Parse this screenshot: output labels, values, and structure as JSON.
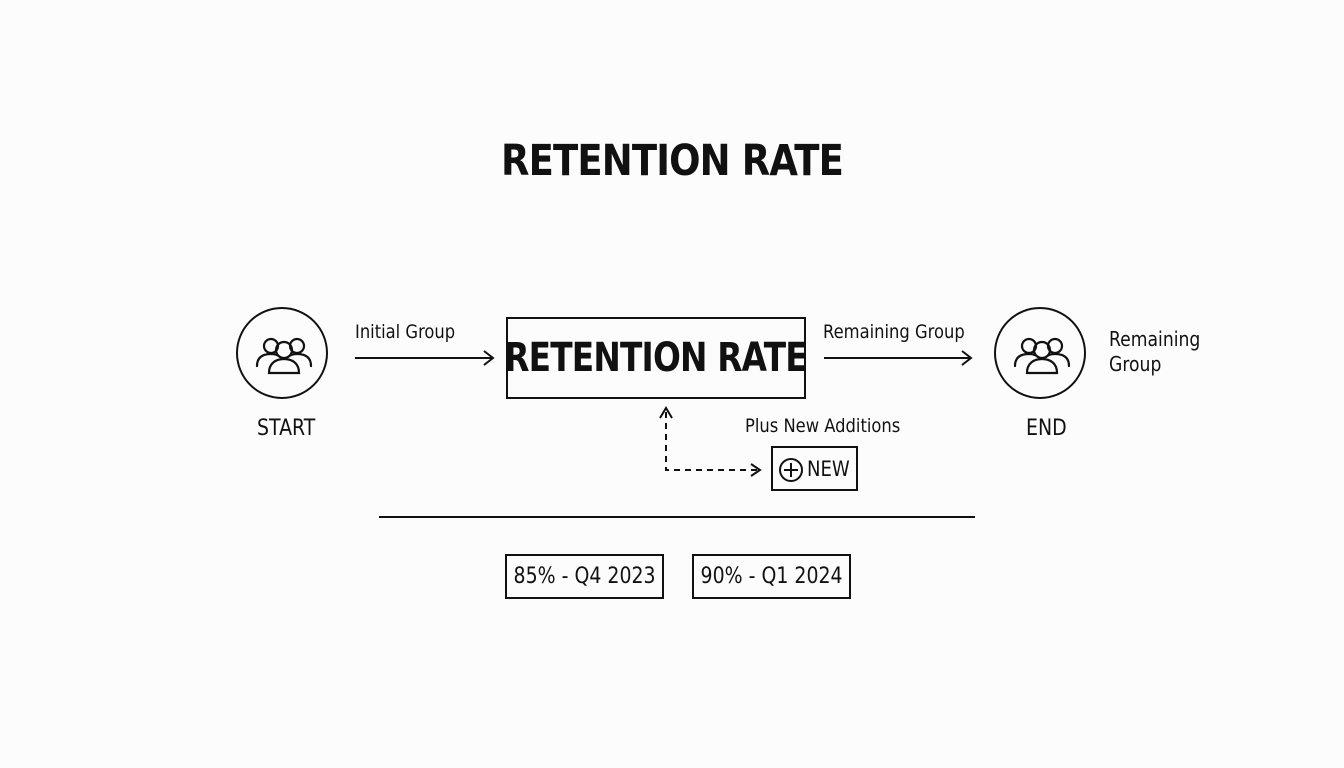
{
  "title": "RETENTION RATE",
  "start_node": {
    "label": "START",
    "icon": "people-group-icon"
  },
  "end_node": {
    "label": "END",
    "icon": "people-group-icon",
    "side_label_line1": "Remaining",
    "side_label_line2": "Group"
  },
  "edges": {
    "initial_label": "Initial Group",
    "remaining_label": "Remaining Group",
    "additions_label": "Plus New Additions"
  },
  "center_box": {
    "label": "RETENTION RATE"
  },
  "new_box": {
    "label": "NEW",
    "icon": "plus-circle-icon"
  },
  "stats": [
    {
      "label": "85% - Q4 2023"
    },
    {
      "label": "90% - Q1 2024"
    }
  ]
}
